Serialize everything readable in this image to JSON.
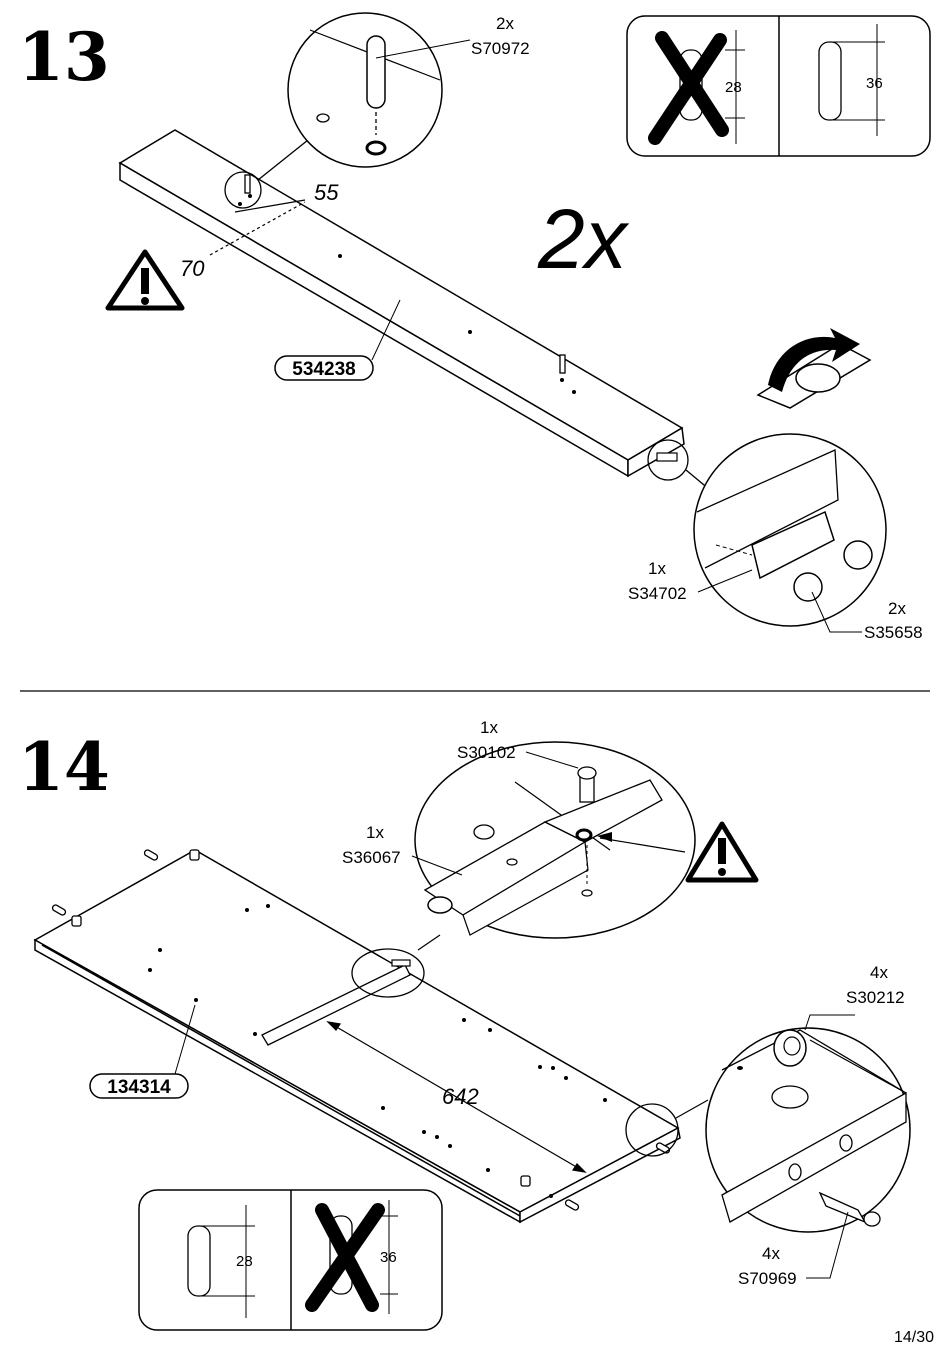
{
  "page_number": "14/30",
  "step13": {
    "number": "13",
    "multiplier": "2x",
    "part_id": "534238",
    "dim_a": "55",
    "dim_b": "70",
    "dowel_callout": {
      "qty": "2x",
      "code": "S70972"
    },
    "bracket_callout": {
      "qty": "1x",
      "code": "S34702"
    },
    "cap_callout": {
      "qty": "2x",
      "code": "S35658"
    },
    "wrong_length": "28",
    "right_length": "36"
  },
  "step14": {
    "number": "14",
    "part_id": "134314",
    "dim_main": "642",
    "screw_callout": {
      "qty": "1x",
      "code": "S30102"
    },
    "rail_callout": {
      "qty": "1x",
      "code": "S36067"
    },
    "cam_callout": {
      "qty": "4x",
      "code": "S30212"
    },
    "dowel_callout": {
      "qty": "4x",
      "code": "S70969"
    },
    "right_length": "28",
    "wrong_length": "36"
  },
  "icons": [
    "warning-icon",
    "rotate-arrow-icon",
    "cross-out-icon"
  ]
}
